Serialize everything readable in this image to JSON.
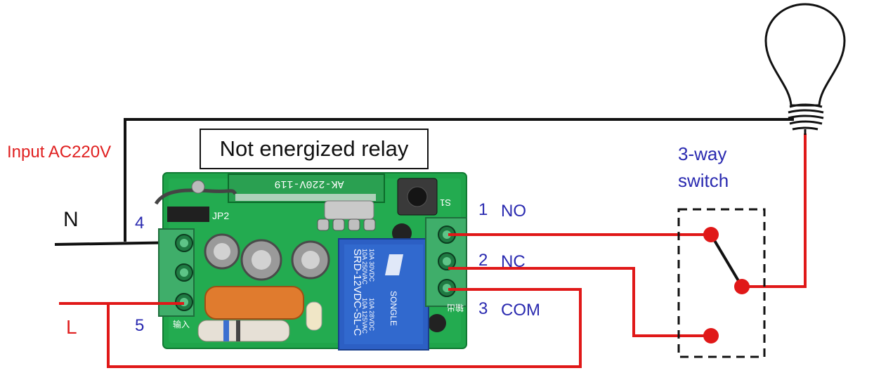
{
  "diagram": {
    "title": "Not energized relay",
    "input_label": "Input AC220V",
    "neutral_label": "N",
    "live_label": "L",
    "terminal_left_top": "4",
    "terminal_left_bottom": "5",
    "terminals_right": [
      {
        "number": "1",
        "name": "NO"
      },
      {
        "number": "2",
        "name": "NC"
      },
      {
        "number": "3",
        "name": "COM"
      }
    ],
    "switch_label_line1": "3-way",
    "switch_label_line2": "switch",
    "board": {
      "model_text": "AK-220V-119",
      "jumper_text": "JP2",
      "button_text": "S1",
      "relay_brand": "SONGLE",
      "relay_model": "SRD-12VDC-SL-C",
      "relay_ratings": [
        "10A 250VAC",
        "10A 30VDC",
        "10A 125VAC",
        "10A 28VDC"
      ],
      "input_text": "输入",
      "output_text": "输出"
    },
    "colors": {
      "wire_live": "#e01818",
      "wire_neutral": "#111111",
      "board_green": "#1fa54a",
      "terminal_green": "#3fae6a",
      "relay_blue": "#2c5fc4",
      "label_red": "#e02020",
      "label_blue": "#2a2ab0"
    }
  }
}
